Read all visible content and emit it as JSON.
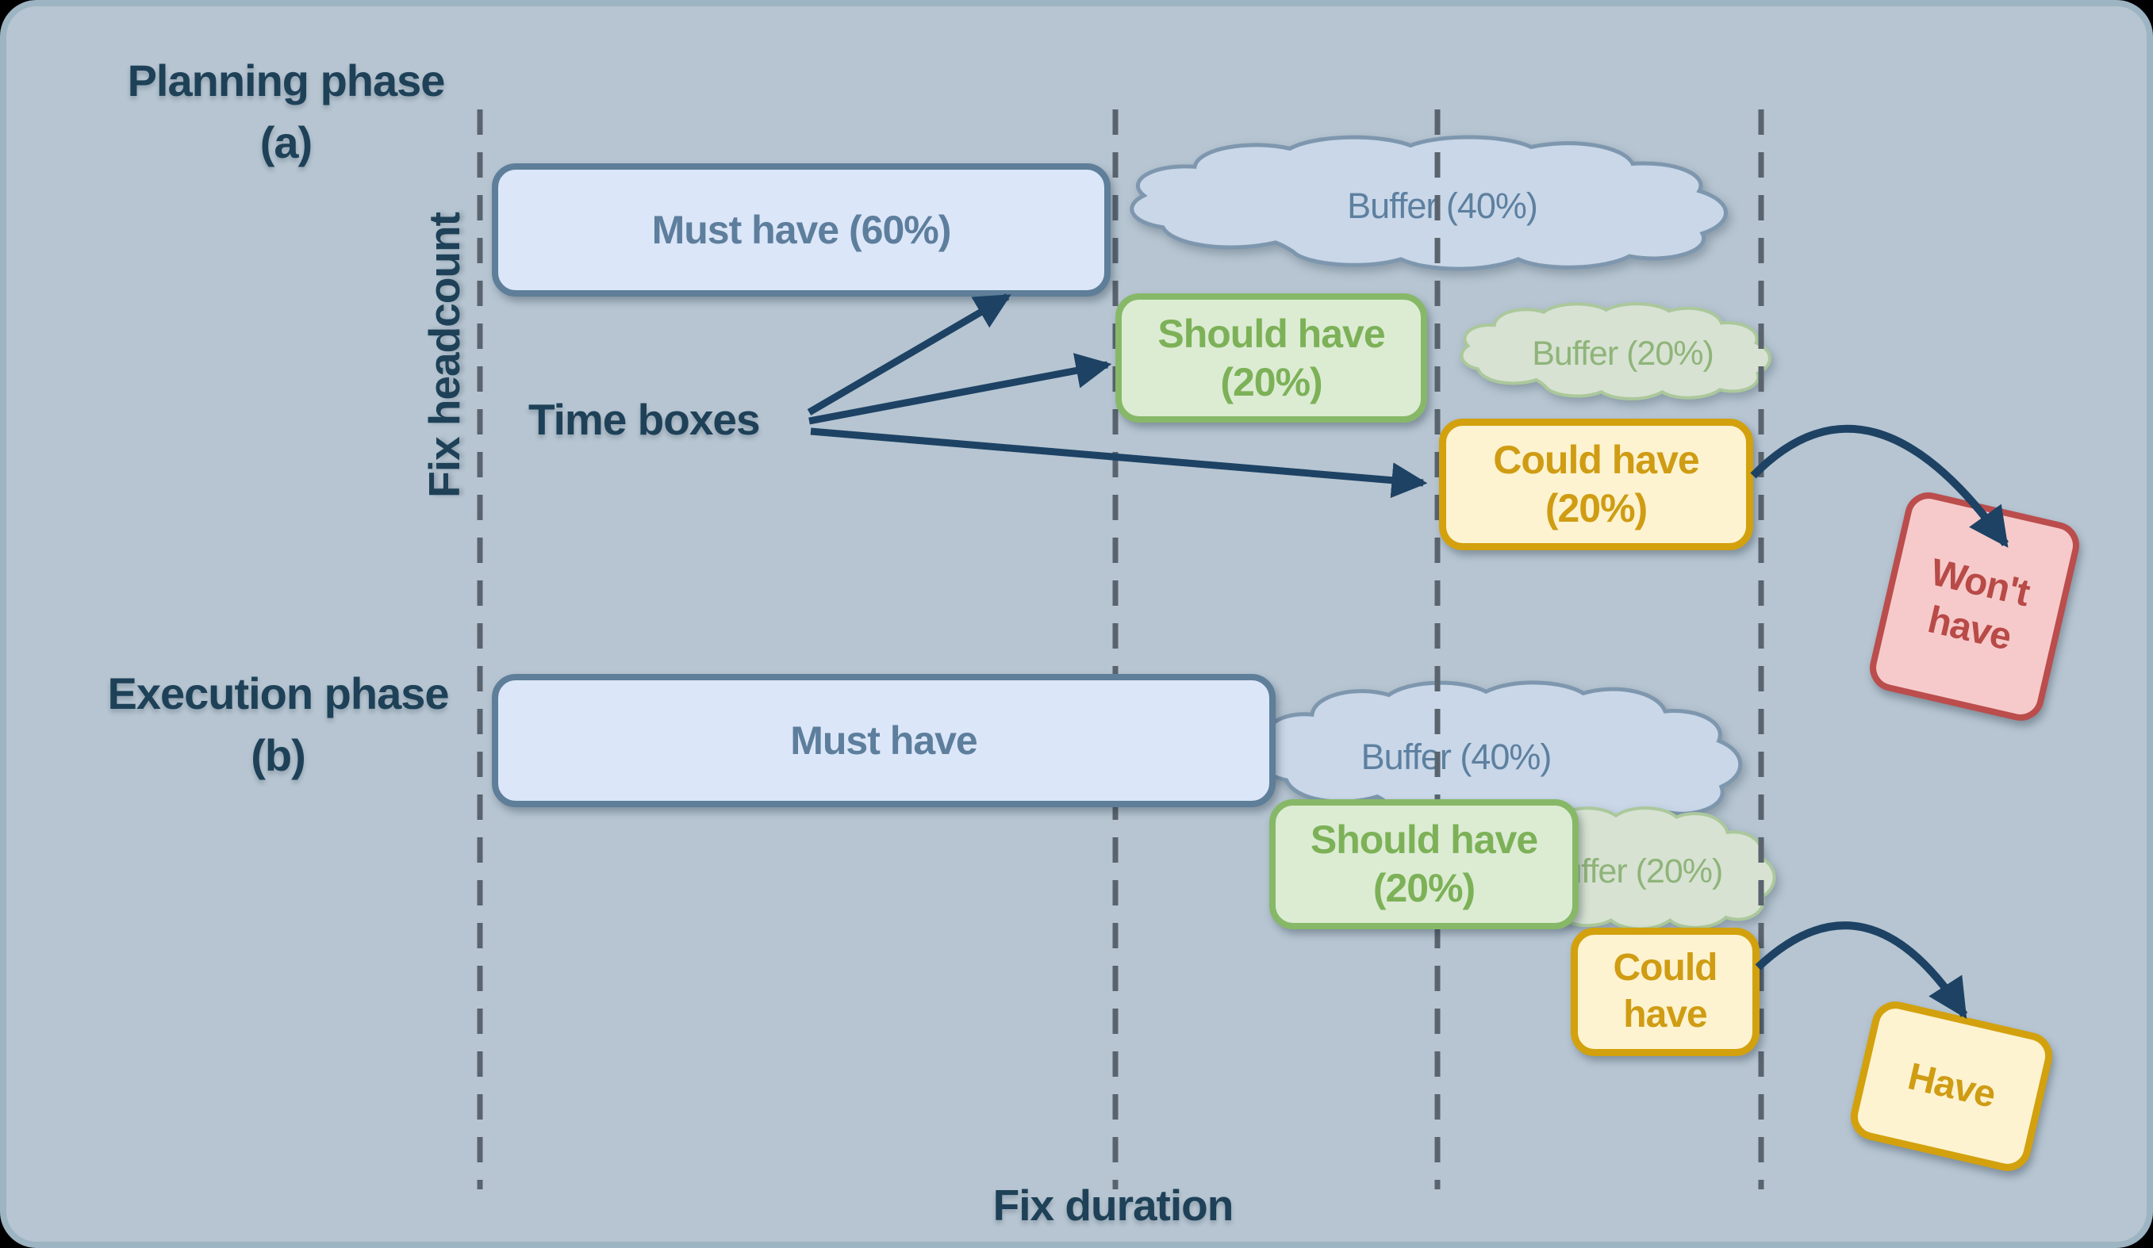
{
  "colors": {
    "background": "#b6c5d1",
    "frame_border": "#9db4c3",
    "navy_text": "#1e4158",
    "arrow": "#1d4264",
    "dashed_line": "#5a646e",
    "must_fill": "#dbe6f8",
    "must_border": "#5e7e99",
    "must_text": "#5d7e9c",
    "buffer_blue_fill": "#c9d7e8",
    "buffer_blue_border": "#7e97ae",
    "buffer_blue_text": "#5e80a0",
    "should_fill": "#dcecd3",
    "should_border": "#87b868",
    "should_text": "#7db158",
    "buffer_green_fill": "#d7e2d2",
    "buffer_green_border": "#abc89c",
    "buffer_green_text": "#8fb47a",
    "could_fill": "#fdf3d0",
    "could_border": "#d3a10e",
    "could_text": "#cf9c13",
    "wont_fill": "#f6caca",
    "wont_border": "#bb4d4d",
    "wont_text": "#b84a47"
  },
  "titles": {
    "planning": {
      "line1": "Planning phase",
      "line2": "(a)"
    },
    "execution": {
      "line1": "Execution phase",
      "line2": "(b)"
    }
  },
  "axes": {
    "headcount": "Fix headcount",
    "duration": "Fix duration"
  },
  "annotations": {
    "time_boxes": "Time boxes"
  },
  "planning": {
    "must": "Must have (60%)",
    "buffer40": "Buffer (40%)",
    "should": {
      "line1": "Should have",
      "line2": "(20%)"
    },
    "buffer20": "Buffer (20%)",
    "could": {
      "line1": "Could have",
      "line2": "(20%)"
    },
    "wont": {
      "line1": "Won't",
      "line2": "have"
    }
  },
  "execution": {
    "must": "Must have",
    "buffer40": "Buffer (40%)",
    "should": {
      "line1": "Should have",
      "line2": "(20%)"
    },
    "buffer20": "Buffer (20%)",
    "could": {
      "line1": "Could",
      "line2": "have"
    },
    "have": "Have"
  }
}
